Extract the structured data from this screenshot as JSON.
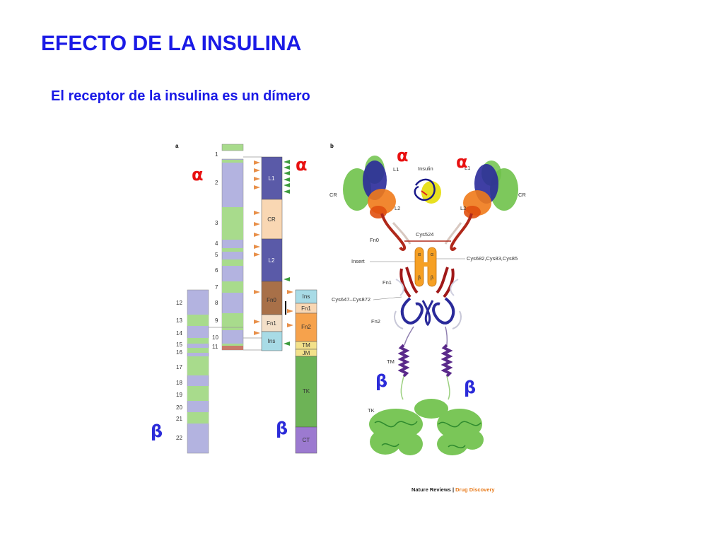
{
  "slide": {
    "title": "EFECTO DE LA INSULINA",
    "subtitle": "El receptor de la insulina es un dímero"
  },
  "panel_a": {
    "label": "a",
    "exons_alpha": [
      "1",
      "2",
      "3",
      "4",
      "5",
      "6",
      "7",
      "8",
      "9",
      "10",
      "11"
    ],
    "exons_beta": [
      "12",
      "13",
      "14",
      "15",
      "16",
      "17",
      "18",
      "19",
      "20",
      "21",
      "22"
    ],
    "alpha_domains": [
      "L1",
      "CR",
      "L2",
      "Fn0",
      "Fn1",
      "Ins"
    ],
    "beta_domains": [
      "Ins",
      "Fn1",
      "Fn2",
      "TM",
      "JM",
      "TK",
      "CT"
    ],
    "alpha_symbol": "α",
    "beta_symbol": "β"
  },
  "panel_b": {
    "label": "b",
    "labels": {
      "l1_left": "L1",
      "l1_right": "L1",
      "insulin": "Insulin",
      "cr_left": "CR",
      "cr_right": "CR",
      "l2_left": "L2",
      "l2_right": "L2",
      "fn0": "Fn0",
      "cys524": "Cys524",
      "insert": "Insert",
      "cys_right": "Cys682,Cys83,Cys85",
      "fn1": "Fn1",
      "cys647": "Cys647–Cys872",
      "fn2": "Fn2",
      "tm": "TM",
      "tk": "TK",
      "alpha_small": "α",
      "beta_small": "β"
    }
  },
  "credit": {
    "journal": "Nature Reviews",
    "separator": " | ",
    "section": "Drug Discovery"
  },
  "colors": {
    "title": "#1a1ae6",
    "alpha_symbol": "#e81010",
    "beta_symbol": "#2b2bd9",
    "exon_purple": "#b3b3e0",
    "exon_green": "#a8db8c",
    "domain_L": "#5a5aa8",
    "domain_CR": "#f9d7b3",
    "domain_Fn0": "#a87048",
    "domain_Fn1": "#f3dfc8",
    "domain_Ins": "#a8dbe6",
    "domain_Fn2": "#f6a24c",
    "domain_TM": "#f3e18a",
    "domain_TK": "#6db356",
    "domain_CT": "#9c7ad0",
    "arrow_orange": "#e8904a",
    "arrow_green": "#3e9c3e",
    "credit_orange": "#e87a1a"
  }
}
